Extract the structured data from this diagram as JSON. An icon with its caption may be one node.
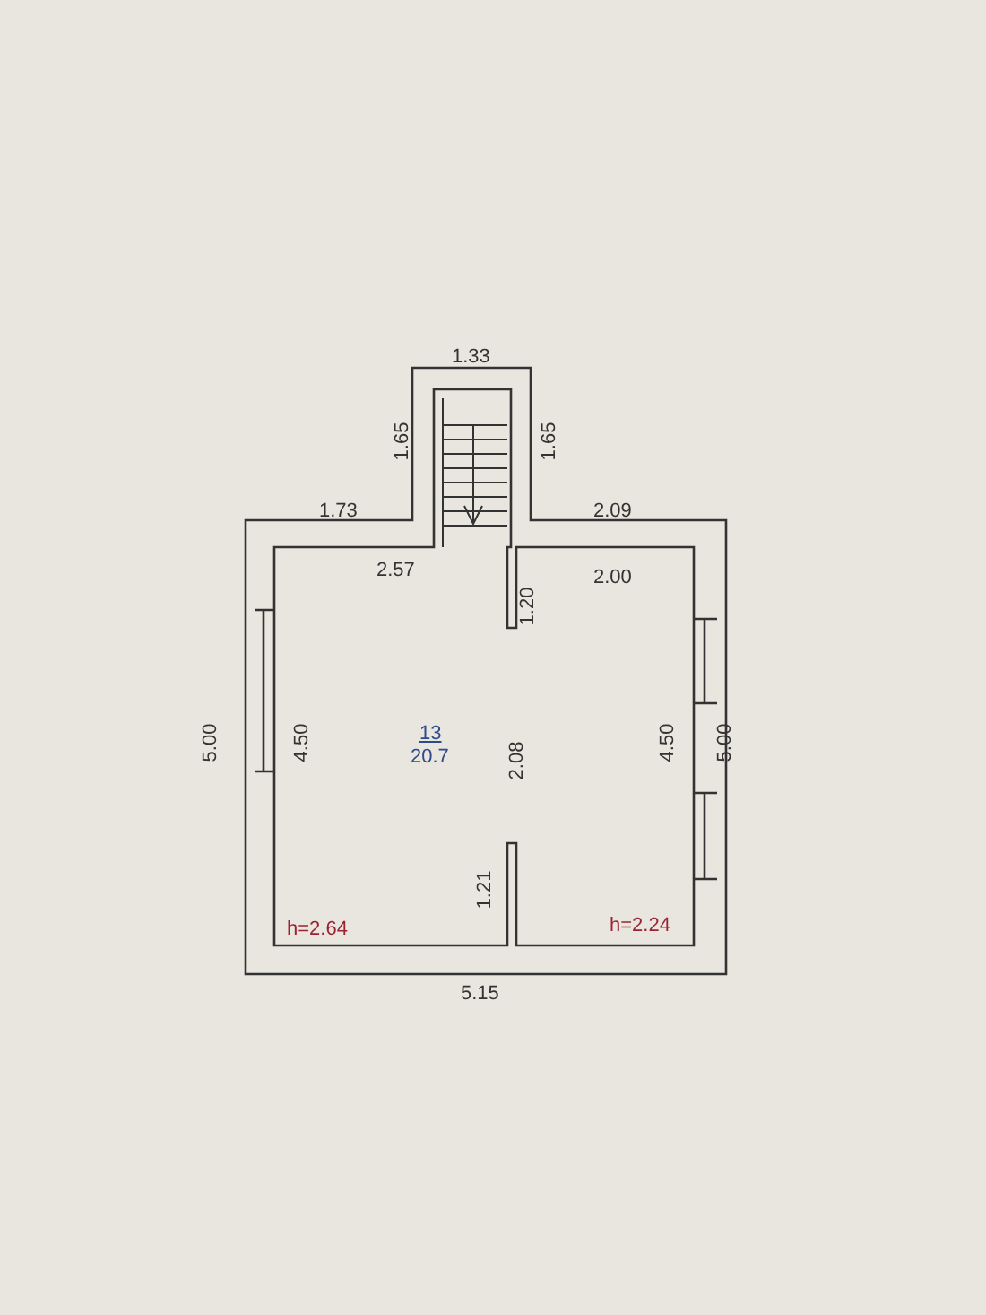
{
  "diagram": {
    "labels": [
      "1.33",
      "1.65",
      "1.65",
      "1.73",
      "2.09",
      "2.57",
      "2.00",
      "1.20",
      "5.00",
      "4.50",
      "13",
      "20.7",
      "2.08",
      "4.50",
      "5.00",
      "1.21",
      "h=2.64",
      "h=2.24",
      "5.15"
    ]
  }
}
